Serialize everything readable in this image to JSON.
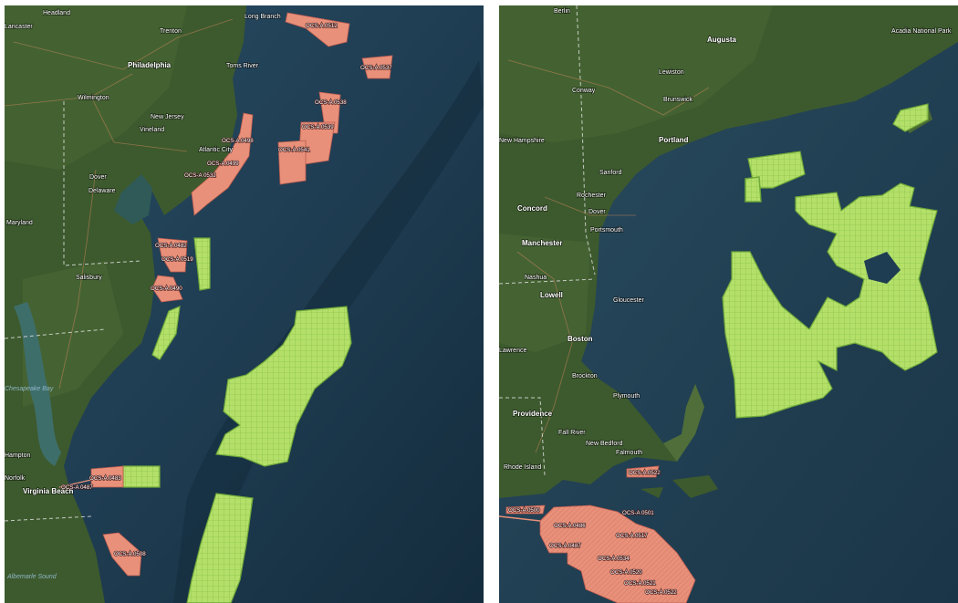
{
  "colors": {
    "ocean": "#1f3d52",
    "land": "#3d5a2e",
    "lease_fill": "#e8907a",
    "call_area_fill": "#b4e06a"
  },
  "left_map": {
    "places": [
      "Headland",
      "Trenton",
      "Long Branch",
      "Lancaster",
      "Philadelphia",
      "Toms River",
      "Wilmington",
      "New Jersey",
      "Vineland",
      "Atlantic City",
      "Dover",
      "Delaware",
      "Maryland",
      "Salisbury",
      "Chesapeake Bay",
      "Hampton",
      "Norfolk",
      "Virginia Beach",
      "Albemarle Sound"
    ],
    "leases": [
      "OCS-A 0512",
      "OCS-A 0537",
      "OCS-A 0538",
      "OCS-A 0539",
      "OCS-A 0541",
      "OCS-A 0498",
      "OCS-A 0499",
      "OCS-A 0532",
      "OCS-A 0482",
      "OCS-A 0519",
      "OCS-A 0490",
      "OCS-A 0483",
      "OCS-A 0487",
      "OCS-A 0508"
    ]
  },
  "right_map": {
    "places": [
      "Berlin",
      "Augusta",
      "Acadia National Park",
      "Lewiston",
      "Conway",
      "Brunswick",
      "New Hampshire",
      "Portland",
      "Sanford",
      "Rochester",
      "Concord",
      "Dover",
      "Portsmouth",
      "Manchester",
      "Nashua",
      "Lowell",
      "Gloucester",
      "Boston",
      "Lawrence",
      "Brockton",
      "Plymouth",
      "Providence",
      "Fall River",
      "New Bedford",
      "Falmouth",
      "Rhode Island"
    ],
    "leases": [
      "OCS-A 0522",
      "OCS-A 0500",
      "OCS-A 0501",
      "OCS-A 0486",
      "OCS-A 0487",
      "OCS-A 0517",
      "OCS-A 0534",
      "OCS-A 0520",
      "OCS-A 0521",
      "OCS-A 0522"
    ]
  }
}
